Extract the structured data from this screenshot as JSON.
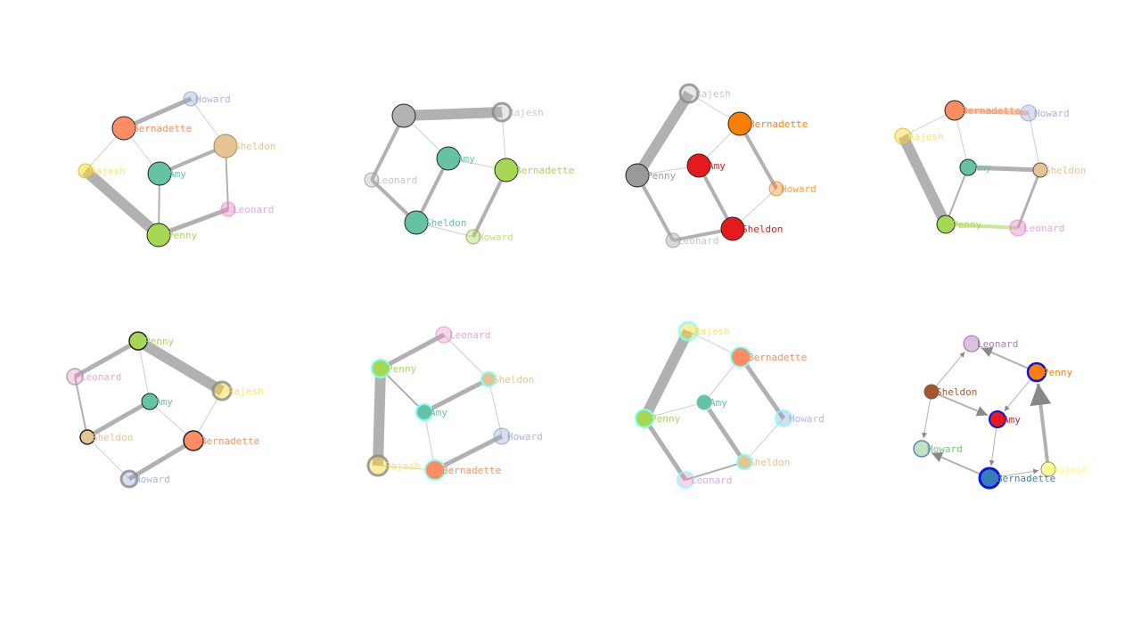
{
  "colors": {
    "edge": "#a8a8a8",
    "edge_light": "#cccccc",
    "black": "#000000",
    "cyan": "#7fffff",
    "blue": "#0a14e6",
    "teal": "#66c2a5",
    "orange": "#fc8d62",
    "lavender": "#8da0cb",
    "pink": "#e78ac3",
    "green": "#a6d854",
    "yellow": "#ffd92f",
    "tan": "#e5c494",
    "gray": "#b3b3b3"
  },
  "graphs": [
    {
      "directed": false,
      "nodes": [
        {
          "label": "Howard",
          "color": "#8da0cb",
          "alpha": 0.35,
          "r": 8,
          "ring": "#8da0cb",
          "ringw": 1
        },
        {
          "label": "Bernadette",
          "color": "#fc8d62",
          "alpha": 1,
          "r": 13,
          "ring": "#222222",
          "ringw": 1
        },
        {
          "label": "Sheldon",
          "color": "#e5c494",
          "alpha": 1,
          "r": 13,
          "ring": "#a08860",
          "ringw": 1
        },
        {
          "label": "Rajesh",
          "color": "#ffd92f",
          "alpha": 0.55,
          "r": 8,
          "ring": "#d0b030",
          "ringw": 1
        },
        {
          "label": "Amy",
          "color": "#66c2a5",
          "alpha": 1,
          "r": 13,
          "ring": "#222222",
          "ringw": 1
        },
        {
          "label": "Leonard",
          "color": "#e78ac3",
          "alpha": 0.45,
          "r": 8,
          "ring": "#e78ac3",
          "ringw": 1
        },
        {
          "label": "Penny",
          "color": "#a6d854",
          "alpha": 1,
          "r": 13,
          "ring": "#222222",
          "ringw": 1
        }
      ],
      "edges": [
        {
          "s": 0,
          "t": 1,
          "w": 5
        },
        {
          "s": 0,
          "t": 2,
          "w": 1
        },
        {
          "s": 1,
          "t": 3,
          "w": 1
        },
        {
          "s": 1,
          "t": 4,
          "w": 1
        },
        {
          "s": 2,
          "t": 4,
          "w": 4
        },
        {
          "s": 2,
          "t": 5,
          "w": 2
        },
        {
          "s": 3,
          "t": 6,
          "w": 12
        },
        {
          "s": 4,
          "t": 6,
          "w": 2
        },
        {
          "s": 5,
          "t": 6,
          "w": 5
        }
      ]
    },
    {
      "directed": false,
      "nodes": [
        {
          "label": "",
          "color": "#b3b3b3",
          "alpha": 1,
          "r": 13,
          "ring": "#222222",
          "ringw": 1
        },
        {
          "label": "Rajesh",
          "color": "#b3b3b3",
          "alpha": 0.3,
          "r": 10,
          "ring": "#888888",
          "ringw": 3
        },
        {
          "label": "Amy",
          "color": "#66c2a5",
          "alpha": 1,
          "r": 13,
          "ring": "#222222",
          "ringw": 1
        },
        {
          "label": "Leonard",
          "color": "#b3b3b3",
          "alpha": 0.35,
          "r": 8,
          "ring": "#999999",
          "ringw": 1
        },
        {
          "label": "Bernadette",
          "color": "#a6d854",
          "alpha": 1,
          "r": 13,
          "ring": "#222222",
          "ringw": 1
        },
        {
          "label": "Sheldon",
          "color": "#66c2a5",
          "alpha": 1,
          "r": 13,
          "ring": "#222222",
          "ringw": 1
        },
        {
          "label": "Howard",
          "color": "#a6d854",
          "alpha": 0.4,
          "r": 8,
          "ring": "#88aa44",
          "ringw": 1
        }
      ],
      "edges": [
        {
          "s": 0,
          "t": 1,
          "w": 12
        },
        {
          "s": 0,
          "t": 3,
          "w": 4
        },
        {
          "s": 0,
          "t": 2,
          "w": 1
        },
        {
          "s": 1,
          "t": 4,
          "w": 1
        },
        {
          "s": 2,
          "t": 4,
          "w": 1
        },
        {
          "s": 2,
          "t": 5,
          "w": 4
        },
        {
          "s": 3,
          "t": 5,
          "w": 4
        },
        {
          "s": 5,
          "t": 6,
          "w": 1
        },
        {
          "s": 4,
          "t": 6,
          "w": 4
        }
      ]
    },
    {
      "directed": false,
      "nodes": [
        {
          "label": "Rajesh",
          "color": "#b3b3b3",
          "alpha": 0.3,
          "r": 10,
          "ring": "#888888",
          "ringw": 3
        },
        {
          "label": "Bernadette",
          "color": "#ff7f00",
          "alpha": 1,
          "r": 13,
          "ring": "#222222",
          "ringw": 1
        },
        {
          "label": "Amy",
          "color": "#e41a1c",
          "alpha": 1,
          "r": 13,
          "ring": "#222222",
          "ringw": 1
        },
        {
          "label": "Penny",
          "color": "#999999",
          "alpha": 1,
          "r": 13,
          "ring": "#222222",
          "ringw": 1
        },
        {
          "label": "Howard",
          "color": "#ff7f00",
          "alpha": 0.35,
          "r": 8,
          "ring": "#cc8844",
          "ringw": 1
        },
        {
          "label": "Sheldon",
          "color": "#e41a1c",
          "alpha": 1,
          "r": 13,
          "ring": "#222222",
          "ringw": 1
        },
        {
          "label": "Leonard",
          "color": "#b3b3b3",
          "alpha": 0.5,
          "r": 8,
          "ring": "#999999",
          "ringw": 1
        }
      ],
      "edges": [
        {
          "s": 0,
          "t": 3,
          "w": 12
        },
        {
          "s": 0,
          "t": 1,
          "w": 1
        },
        {
          "s": 1,
          "t": 2,
          "w": 1
        },
        {
          "s": 1,
          "t": 4,
          "w": 4
        },
        {
          "s": 2,
          "t": 3,
          "w": 1
        },
        {
          "s": 2,
          "t": 5,
          "w": 4
        },
        {
          "s": 3,
          "t": 6,
          "w": 4
        },
        {
          "s": 4,
          "t": 5,
          "w": 1
        },
        {
          "s": 5,
          "t": 6,
          "w": 4
        }
      ]
    },
    {
      "directed": false,
      "nodes": [
        {
          "label": "Bernadette",
          "color": "#fc8d62",
          "alpha": 1,
          "r": 11,
          "ring": "#222222",
          "ringw": 1
        },
        {
          "label": "Howard",
          "color": "#8da0cb",
          "alpha": 0.35,
          "r": 9,
          "ring": "#8da0cb",
          "ringw": 1
        },
        {
          "label": "Rajesh",
          "color": "#ffd92f",
          "alpha": 0.45,
          "r": 9,
          "ring": "#d0b030",
          "ringw": 1
        },
        {
          "label": "Amy",
          "color": "#66c2a5",
          "alpha": 1,
          "r": 9,
          "ring": "#222222",
          "ringw": 1
        },
        {
          "label": "Sheldon",
          "color": "#e5c494",
          "alpha": 1,
          "r": 8,
          "ring": "#555555",
          "ringw": 1
        },
        {
          "label": "Penny",
          "color": "#a6d854",
          "alpha": 1,
          "r": 10,
          "ring": "#222222",
          "ringw": 1
        },
        {
          "label": "Leonard",
          "color": "#e78ac3",
          "alpha": 0.45,
          "r": 9,
          "ring": "#e78ac3",
          "ringw": 1
        }
      ],
      "edges": [
        {
          "s": 0,
          "t": 1,
          "w": 5,
          "c": "#fc8d62",
          "ca": 0.5
        },
        {
          "s": 0,
          "t": 2,
          "w": 1
        },
        {
          "s": 0,
          "t": 3,
          "w": 1
        },
        {
          "s": 1,
          "t": 4,
          "w": 1
        },
        {
          "s": 2,
          "t": 5,
          "w": 12
        },
        {
          "s": 3,
          "t": 4,
          "w": 5
        },
        {
          "s": 3,
          "t": 5,
          "w": 2
        },
        {
          "s": 4,
          "t": 6,
          "w": 3
        },
        {
          "s": 5,
          "t": 6,
          "w": 4,
          "c": "#a6d854",
          "ca": 0.6
        }
      ]
    },
    {
      "directed": false,
      "nodes": [
        {
          "label": "Penny",
          "color": "#a6d854",
          "alpha": 1,
          "r": 10,
          "ring": "#222222",
          "ringw": 1.5
        },
        {
          "label": "Leonard",
          "color": "#e78ac3",
          "alpha": 0.35,
          "r": 9,
          "ring": "#999999",
          "ringw": 1.5
        },
        {
          "label": "Rajesh",
          "color": "#ffd92f",
          "alpha": 0.45,
          "r": 10,
          "ring": "#888888",
          "ringw": 3
        },
        {
          "label": "Amy",
          "color": "#66c2a5",
          "alpha": 1,
          "r": 9,
          "ring": "#222222",
          "ringw": 1
        },
        {
          "label": "Sheldon",
          "color": "#e5c494",
          "alpha": 1,
          "r": 8,
          "ring": "#222222",
          "ringw": 1.5
        },
        {
          "label": "Bernadette",
          "color": "#fc8d62",
          "alpha": 1,
          "r": 11,
          "ring": "#222222",
          "ringw": 1.5
        },
        {
          "label": "Howard",
          "color": "#8da0cb",
          "alpha": 0.35,
          "r": 9,
          "ring": "#888888",
          "ringw": 3
        }
      ],
      "edges": [
        {
          "s": 0,
          "t": 1,
          "w": 5
        },
        {
          "s": 0,
          "t": 2,
          "w": 12
        },
        {
          "s": 0,
          "t": 3,
          "w": 1
        },
        {
          "s": 1,
          "t": 4,
          "w": 2
        },
        {
          "s": 2,
          "t": 5,
          "w": 1
        },
        {
          "s": 3,
          "t": 4,
          "w": 5
        },
        {
          "s": 3,
          "t": 5,
          "w": 1
        },
        {
          "s": 4,
          "t": 6,
          "w": 1
        },
        {
          "s": 5,
          "t": 6,
          "w": 5
        }
      ]
    },
    {
      "directed": false,
      "nodes": [
        {
          "label": "Leonard",
          "color": "#e78ac3",
          "alpha": 0.35,
          "r": 9,
          "ring": "#e78ac3",
          "ringw": 1
        },
        {
          "label": "Penny",
          "color": "#a6d854",
          "alpha": 1,
          "r": 10,
          "ring": "#7fffff",
          "ringw": 2
        },
        {
          "label": "Sheldon",
          "color": "#e5c494",
          "alpha": 1,
          "r": 8,
          "ring": "#7fffff",
          "ringw": 2
        },
        {
          "label": "Amy",
          "color": "#66c2a5",
          "alpha": 1,
          "r": 9,
          "ring": "#7fffff",
          "ringw": 2
        },
        {
          "label": "Howard",
          "color": "#8da0cb",
          "alpha": 0.35,
          "r": 9,
          "ring": "#8da0cb",
          "ringw": 1
        },
        {
          "label": "Rajesh",
          "color": "#ffd92f",
          "alpha": 0.45,
          "r": 11,
          "ring": "#888888",
          "ringw": 3
        },
        {
          "label": "Bernadette",
          "color": "#fc8d62",
          "alpha": 1,
          "r": 11,
          "ring": "#7fffff",
          "ringw": 2
        }
      ],
      "edges": [
        {
          "s": 0,
          "t": 1,
          "w": 5
        },
        {
          "s": 0,
          "t": 2,
          "w": 1
        },
        {
          "s": 1,
          "t": 3,
          "w": 2
        },
        {
          "s": 1,
          "t": 5,
          "w": 12
        },
        {
          "s": 2,
          "t": 3,
          "w": 5
        },
        {
          "s": 2,
          "t": 4,
          "w": 1
        },
        {
          "s": 3,
          "t": 6,
          "w": 1
        },
        {
          "s": 4,
          "t": 6,
          "w": 5
        },
        {
          "s": 5,
          "t": 6,
          "w": 1
        }
      ]
    },
    {
      "directed": false,
      "nodes": [
        {
          "label": "Rajesh",
          "color": "#ffd92f",
          "alpha": 0.45,
          "r": 10,
          "ring": "#7fffff",
          "ringw": 3
        },
        {
          "label": "Bernadette",
          "color": "#fc8d62",
          "alpha": 1,
          "r": 11,
          "ring": "#7fffff",
          "ringw": 2
        },
        {
          "label": "Amy",
          "color": "#66c2a5",
          "alpha": 1,
          "r": 9,
          "ring": "#ffffff",
          "ringw": 1
        },
        {
          "label": "Penny",
          "color": "#a6d854",
          "alpha": 1,
          "r": 10,
          "ring": "#7fffff",
          "ringw": 2
        },
        {
          "label": "Howard",
          "color": "#8da0cb",
          "alpha": 0.35,
          "r": 9,
          "ring": "#7fffff",
          "ringw": 2
        },
        {
          "label": "Sheldon",
          "color": "#e5c494",
          "alpha": 1,
          "r": 8,
          "ring": "#7fffff",
          "ringw": 2
        },
        {
          "label": "Leonard",
          "color": "#e78ac3",
          "alpha": 0.35,
          "r": 9,
          "ring": "#7fffff",
          "ringw": 2
        }
      ],
      "edges": [
        {
          "s": 0,
          "t": 1,
          "w": 1
        },
        {
          "s": 0,
          "t": 3,
          "w": 12
        },
        {
          "s": 1,
          "t": 2,
          "w": 1
        },
        {
          "s": 1,
          "t": 4,
          "w": 5
        },
        {
          "s": 2,
          "t": 3,
          "w": 1
        },
        {
          "s": 2,
          "t": 5,
          "w": 5
        },
        {
          "s": 3,
          "t": 6,
          "w": 5
        },
        {
          "s": 4,
          "t": 5,
          "w": 1
        },
        {
          "s": 5,
          "t": 6,
          "w": 2
        }
      ]
    },
    {
      "directed": true,
      "nodes": [
        {
          "label": "Leonard",
          "color": "#984ea3",
          "alpha": 0.35,
          "r": 9,
          "ring": "#984ea3",
          "ringw": 1
        },
        {
          "label": "Penny",
          "color": "#ff7f00",
          "alpha": 1,
          "r": 10,
          "ring": "#0a14e6",
          "ringw": 2.5
        },
        {
          "label": "Sheldon",
          "color": "#a65628",
          "alpha": 1,
          "r": 8,
          "ring": "#666666",
          "ringw": 1
        },
        {
          "label": "Amy",
          "color": "#e41a1c",
          "alpha": 1,
          "r": 9,
          "ring": "#0a14e6",
          "ringw": 2
        },
        {
          "label": "Howard",
          "color": "#4daf4a",
          "alpha": 0.35,
          "r": 9,
          "ring": "#3a5fcd",
          "ringw": 1.5
        },
        {
          "label": "Bernadette",
          "color": "#377eb8",
          "alpha": 1,
          "r": 11,
          "ring": "#0a14e6",
          "ringw": 3
        },
        {
          "label": "Rajesh",
          "color": "#ffff33",
          "alpha": 0.5,
          "r": 8,
          "ring": "#777777",
          "ringw": 1
        }
      ],
      "edges": [
        {
          "s": 1,
          "t": 0,
          "w": 2
        },
        {
          "s": 2,
          "t": 0,
          "w": 1
        },
        {
          "s": 1,
          "t": 3,
          "w": 1
        },
        {
          "s": 2,
          "t": 3,
          "w": 2
        },
        {
          "s": 2,
          "t": 4,
          "w": 1
        },
        {
          "s": 3,
          "t": 5,
          "w": 1
        },
        {
          "s": 5,
          "t": 4,
          "w": 2
        },
        {
          "s": 5,
          "t": 6,
          "w": 1
        },
        {
          "s": 6,
          "t": 1,
          "w": 4
        }
      ]
    }
  ]
}
